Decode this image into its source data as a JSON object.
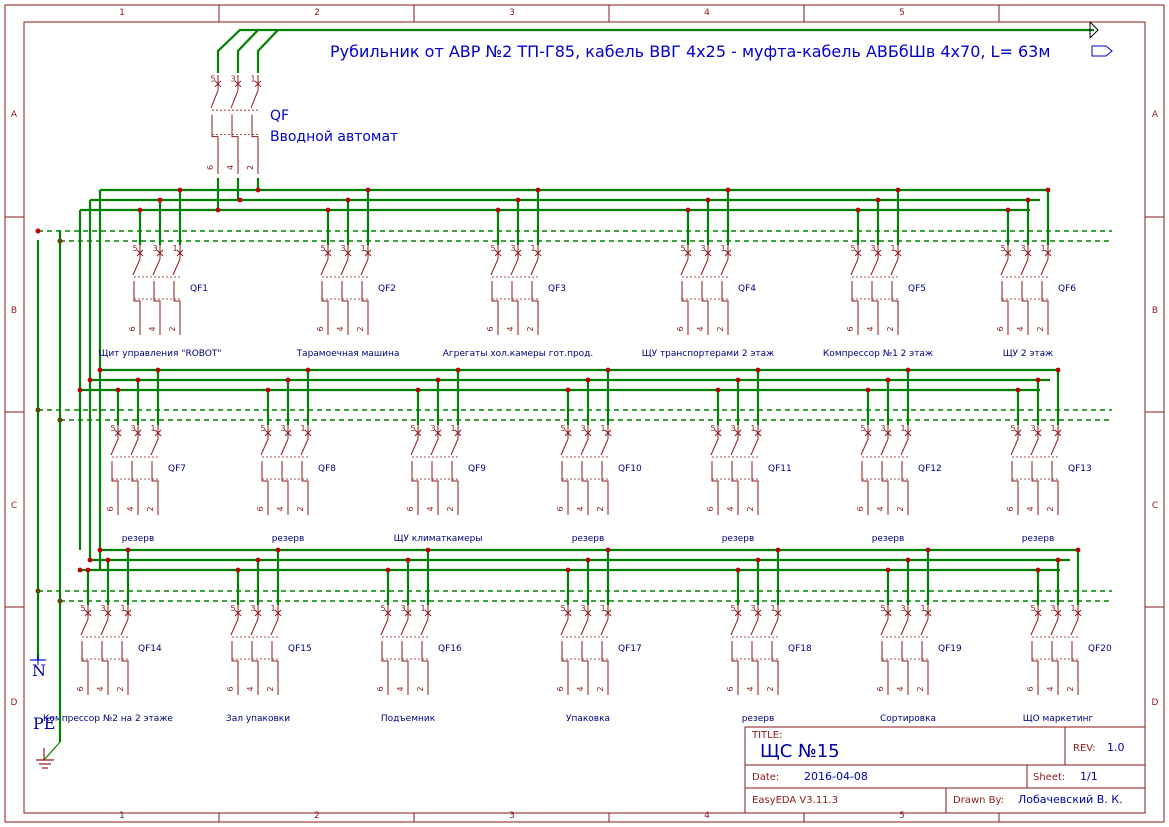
{
  "header": {
    "supply_label": "Рубильник от АВР №2 ТП-Г85, кабель ВВГ 4х25 - муфта-кабель АВБбШв 4х70, L= 63м"
  },
  "main_breaker": {
    "designator": "QF",
    "description": "Вводной автомат",
    "pins_top": [
      "5",
      "3",
      "1"
    ],
    "pins_bottom": [
      "6",
      "4",
      "2"
    ]
  },
  "grid": {
    "columns": [
      "1",
      "2",
      "3",
      "4",
      "5"
    ],
    "rows": [
      "A",
      "B",
      "C",
      "D"
    ]
  },
  "buses": {
    "neutral": "N",
    "earth": "PE"
  },
  "breaker_pins": {
    "top": [
      "5",
      "3",
      "1"
    ],
    "bottom": [
      "6",
      "4",
      "2"
    ]
  },
  "breaker_rows": [
    [
      {
        "designator": "QF1",
        "label": "Щит управления \"ROBOT\""
      },
      {
        "designator": "QF2",
        "label": "Тарамоечная машина"
      },
      {
        "designator": "QF3",
        "label": "Агрегаты хол.камеры гот.прод."
      },
      {
        "designator": "QF4",
        "label": "ЩУ транспортерами 2 этаж"
      },
      {
        "designator": "QF5",
        "label": "Компрессор №1 2 этаж"
      },
      {
        "designator": "QF6",
        "label": "ЩУ 2 этаж"
      }
    ],
    [
      {
        "designator": "QF7",
        "label": "резерв"
      },
      {
        "designator": "QF8",
        "label": "резерв"
      },
      {
        "designator": "QF9",
        "label": "ЩУ климаткамеры"
      },
      {
        "designator": "QF10",
        "label": "резерв"
      },
      {
        "designator": "QF11",
        "label": "резерв"
      },
      {
        "designator": "QF12",
        "label": "резерв"
      },
      {
        "designator": "QF13",
        "label": "резерв"
      }
    ],
    [
      {
        "designator": "QF14",
        "label": "Компрессор №2 на 2 этаже"
      },
      {
        "designator": "QF15",
        "label": "Зал упаковки"
      },
      {
        "designator": "QF16",
        "label": "Подъемник"
      },
      {
        "designator": "QF17",
        "label": "Упаковка"
      },
      {
        "designator": "QF18",
        "label": "резерв"
      },
      {
        "designator": "QF19",
        "label": "Сортировка"
      },
      {
        "designator": "QF20",
        "label": "ЩО маркетинг"
      }
    ]
  ],
  "title_block": {
    "title_caption": "TITLE:",
    "title": "ЩС №15",
    "rev_caption": "REV:",
    "rev": "1.0",
    "date_caption": "Date:",
    "date": "2016-04-08",
    "sheet_caption": "Sheet:",
    "sheet": "1/1",
    "tool": "EasyEDA V3.11.3",
    "drawn_caption": "Drawn By:",
    "drawn_by": "Лобачевский В. К."
  },
  "colors": {
    "wire": "#008000",
    "frame": "#8b1a1a",
    "text": "#000080",
    "junction": "#c00000"
  }
}
